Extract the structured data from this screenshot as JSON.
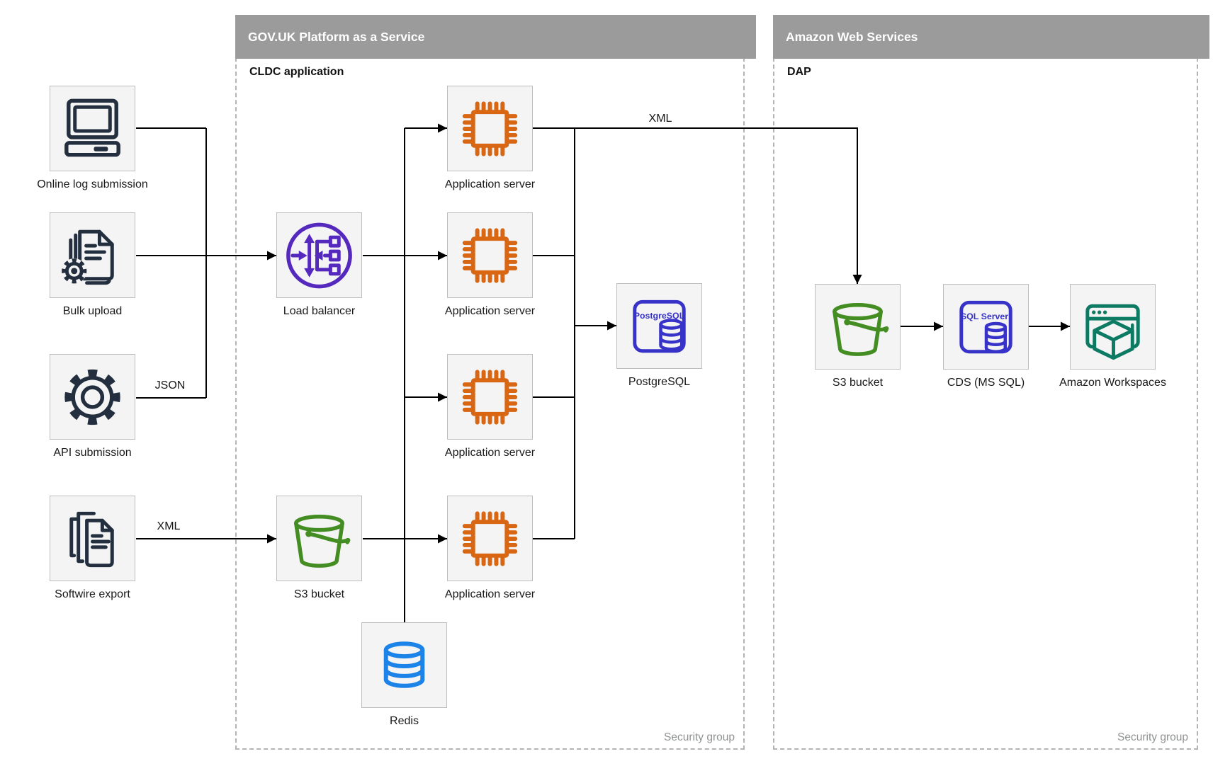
{
  "containers": {
    "govuk": {
      "title": "GOV.UK Platform as a Service",
      "subtitle": "CLDC application",
      "footer": "Security group"
    },
    "aws": {
      "title": "Amazon Web Services",
      "subtitle": "DAP",
      "footer": "Security group"
    }
  },
  "nodes": {
    "online_log_submission": {
      "label": "Online log submission",
      "icon": "computer-icon"
    },
    "bulk_upload": {
      "label": "Bulk upload",
      "icon": "document-gear-icon"
    },
    "api_submission": {
      "label": "API submission",
      "icon": "gear-icon"
    },
    "softwire_export": {
      "label": "Softwire export",
      "icon": "documents-icon"
    },
    "load_balancer": {
      "label": "Load balancer",
      "icon": "load-balancer-icon"
    },
    "paas_s3_bucket": {
      "label": "S3 bucket",
      "icon": "s3-bucket-icon"
    },
    "app_server_1": {
      "label": "Application server",
      "icon": "chip-icon"
    },
    "app_server_2": {
      "label": "Application server",
      "icon": "chip-icon"
    },
    "app_server_3": {
      "label": "Application server",
      "icon": "chip-icon"
    },
    "app_server_4": {
      "label": "Application server",
      "icon": "chip-icon"
    },
    "redis": {
      "label": "Redis",
      "icon": "database-icon"
    },
    "postgresql": {
      "label": "PostgreSQL",
      "icon": "postgresql-icon",
      "icon_text": "PostgreSQL"
    },
    "aws_s3_bucket": {
      "label": "S3 bucket",
      "icon": "s3-bucket-icon"
    },
    "cds_ms_sql": {
      "label": "CDS (MS SQL)",
      "icon": "sql-server-icon",
      "icon_text": "SQL Server"
    },
    "amazon_workspaces": {
      "label": "Amazon Workspaces",
      "icon": "workspaces-icon"
    }
  },
  "edge_labels": {
    "api_json": "JSON",
    "softwire_xml": "XML",
    "app_to_aws_xml": "XML"
  },
  "colors": {
    "dark": "#232f3e",
    "orange": "#d86613",
    "purple": "#5528be",
    "green": "#448d22",
    "indigo": "#3732c8",
    "blue": "#1c83e8",
    "teal": "#0d7a63",
    "header-gray": "#9b9b9b",
    "box-fill": "#f4f4f4",
    "box-border": "#bdbdbd",
    "line": "#000000",
    "muted": "#8f9193"
  }
}
